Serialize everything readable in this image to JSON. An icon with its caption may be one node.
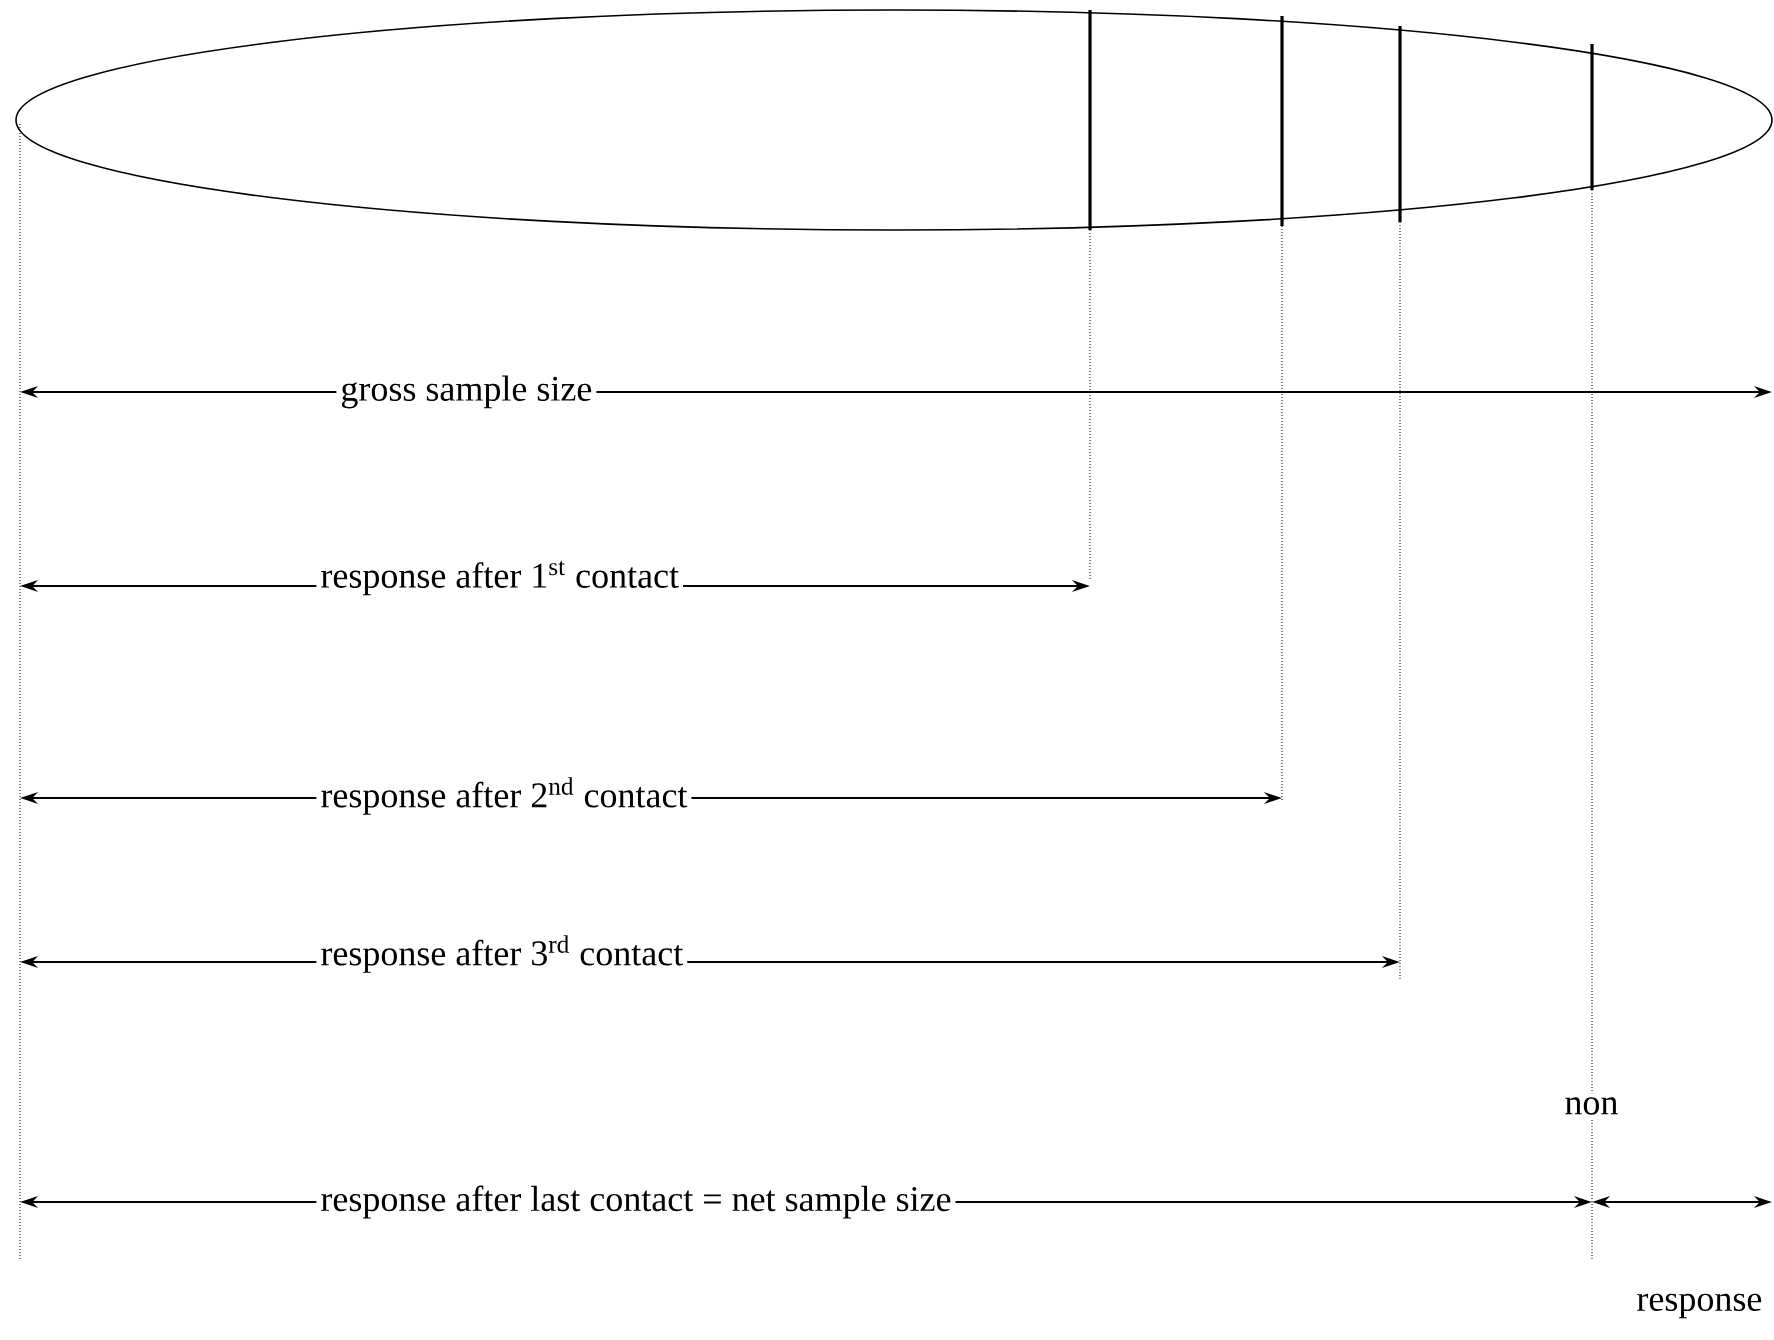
{
  "diagram": {
    "nodes": [
      {
        "text": [],
        "shape": "ellipse"
      }
    ],
    "labels": [
      "gross sample size",
      "response after 1$^{st}$ contact",
      "response after 2$^{nd}$ contact",
      "response after 3$^{rd}$ contact",
      "non",
      "response after last contact = net sample size",
      "response"
    ]
  }
}
